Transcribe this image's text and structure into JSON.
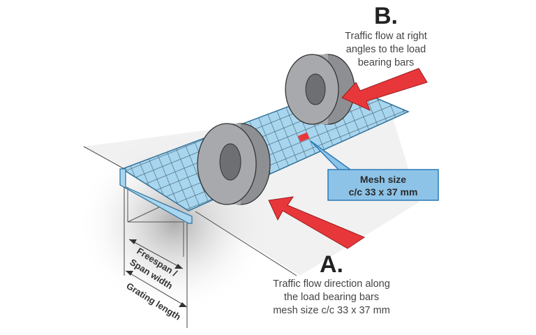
{
  "labels": {
    "b_letter": "B.",
    "b_desc": [
      "Traffic flow at right",
      "angles to the load",
      "bearing bars"
    ],
    "a_letter": "A.",
    "a_desc": [
      "Traffic flow direction along",
      "the load bearing bars",
      "mesh size c/c 33 x 37 mm"
    ],
    "mesh_callout": [
      "Mesh size",
      "c/c 33 x 37 mm"
    ],
    "freespan": [
      "Freespan /",
      "Span width"
    ],
    "grating_length": "Grating length"
  },
  "colors": {
    "grating": "#a9d6ef",
    "callout": "#8ec3e8",
    "arrow": "#e8373a",
    "wheel": "#a7a9ac"
  }
}
